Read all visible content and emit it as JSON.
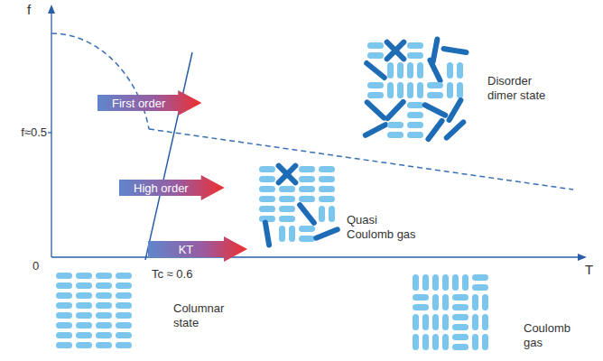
{
  "diagram": {
    "nodes": [
      {
        "text": [
          "First order"
        ]
      },
      {
        "text": [
          "High order"
        ]
      },
      {
        "text": [
          "KT"
        ]
      }
    ],
    "labels": [
      "f",
      "f≈0.5",
      "0",
      "T",
      "Tc ≈ 0.6",
      "Disorder dimer state",
      "Quasi Coulomb gas",
      "Columnar state",
      "Coulomb gas"
    ]
  }
}
